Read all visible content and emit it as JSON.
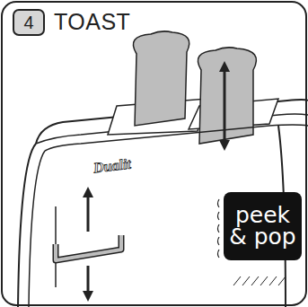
{
  "diagram": {
    "title": "TOAST",
    "nodes": [
      {
        "text": [
          "4"
        ]
      },
      {
        "text": [
          "peek",
          "& pop"
        ]
      }
    ],
    "labels": [
      "Dualit"
    ]
  }
}
